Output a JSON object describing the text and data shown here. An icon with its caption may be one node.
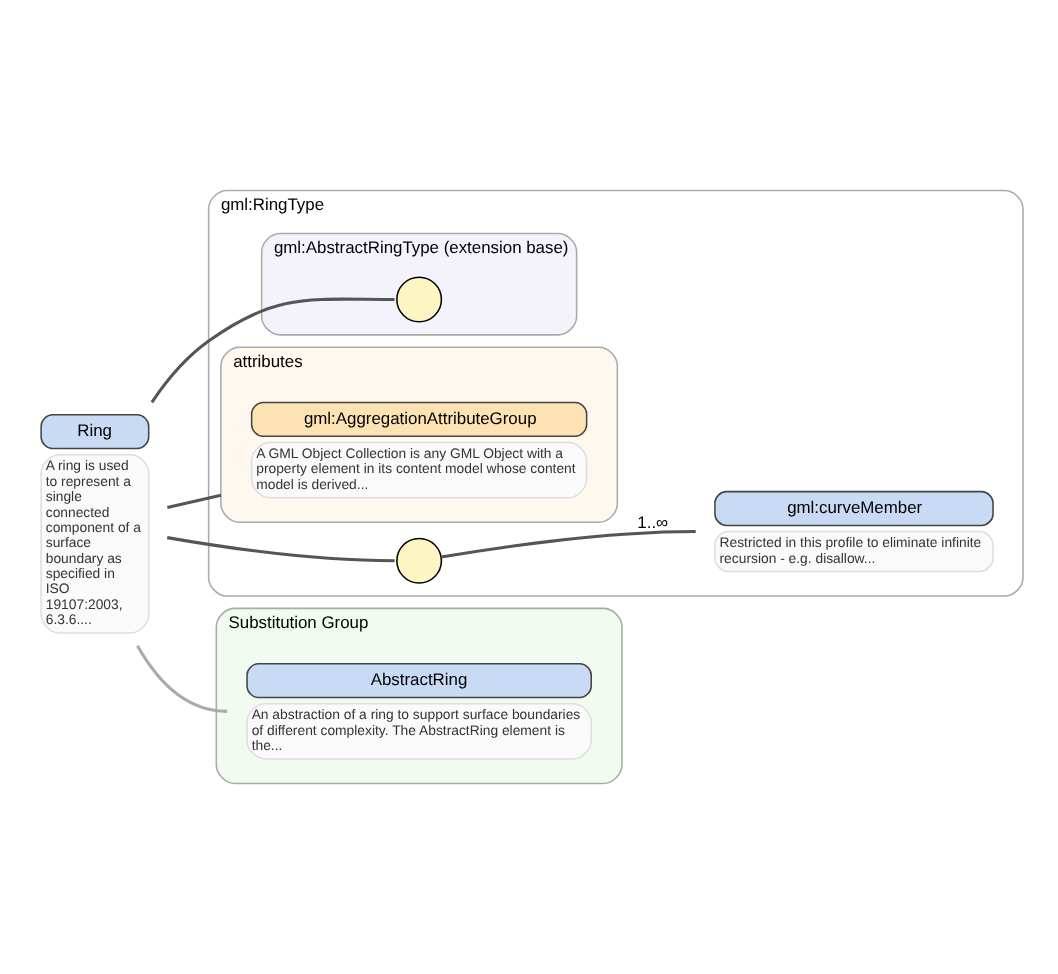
{
  "diagram": {
    "nodes": [
      {
        "text": [
          "gml:RingType"
        ]
      },
      {
        "text": [
          "gml:AbstractRingType (extension base)"
        ],
        "in": 0
      },
      {
        "text": [],
        "shape": "circle",
        "in": 1
      },
      {
        "text": [
          "attributes"
        ],
        "in": 0
      },
      {
        "text": [
          "gml:AggregationAttributeGroup",
          "A GML Object Collection is any GML Object with a property element in its content model whose content model is derived..."
        ],
        "in": 3
      },
      {
        "text": [],
        "shape": "circle",
        "in": 0
      },
      {
        "text": [
          "gml:curveMember",
          "Restricted in this profile to eliminate infinite recursion - e.g. disallow..."
        ],
        "in": 0
      },
      {
        "text": [
          "Ring",
          "A ring is used to represent a single connected component of a surface boundary as specified in ISO 19107:2003, 6.3.6...."
        ]
      },
      {
        "text": [
          "Substitution Group"
        ]
      },
      {
        "text": [
          "AbstractRing",
          "An abstraction of a ring to support surface boundaries of different complexity. The AbstractRing element is the..."
        ],
        "in": 8
      }
    ],
    "edges": [
      {
        "from": 7,
        "to": 2,
        "arrow": "none"
      },
      {
        "from": 7,
        "to": 3,
        "arrow": "none"
      },
      {
        "from": 7,
        "to": 5,
        "arrow": "none"
      },
      {
        "from": 5,
        "to": 6,
        "arrow": "none",
        "label": "1..∞"
      },
      {
        "from": 7,
        "to": 9,
        "arrow": "none",
        "color": "#aaaaaa"
      }
    ]
  }
}
